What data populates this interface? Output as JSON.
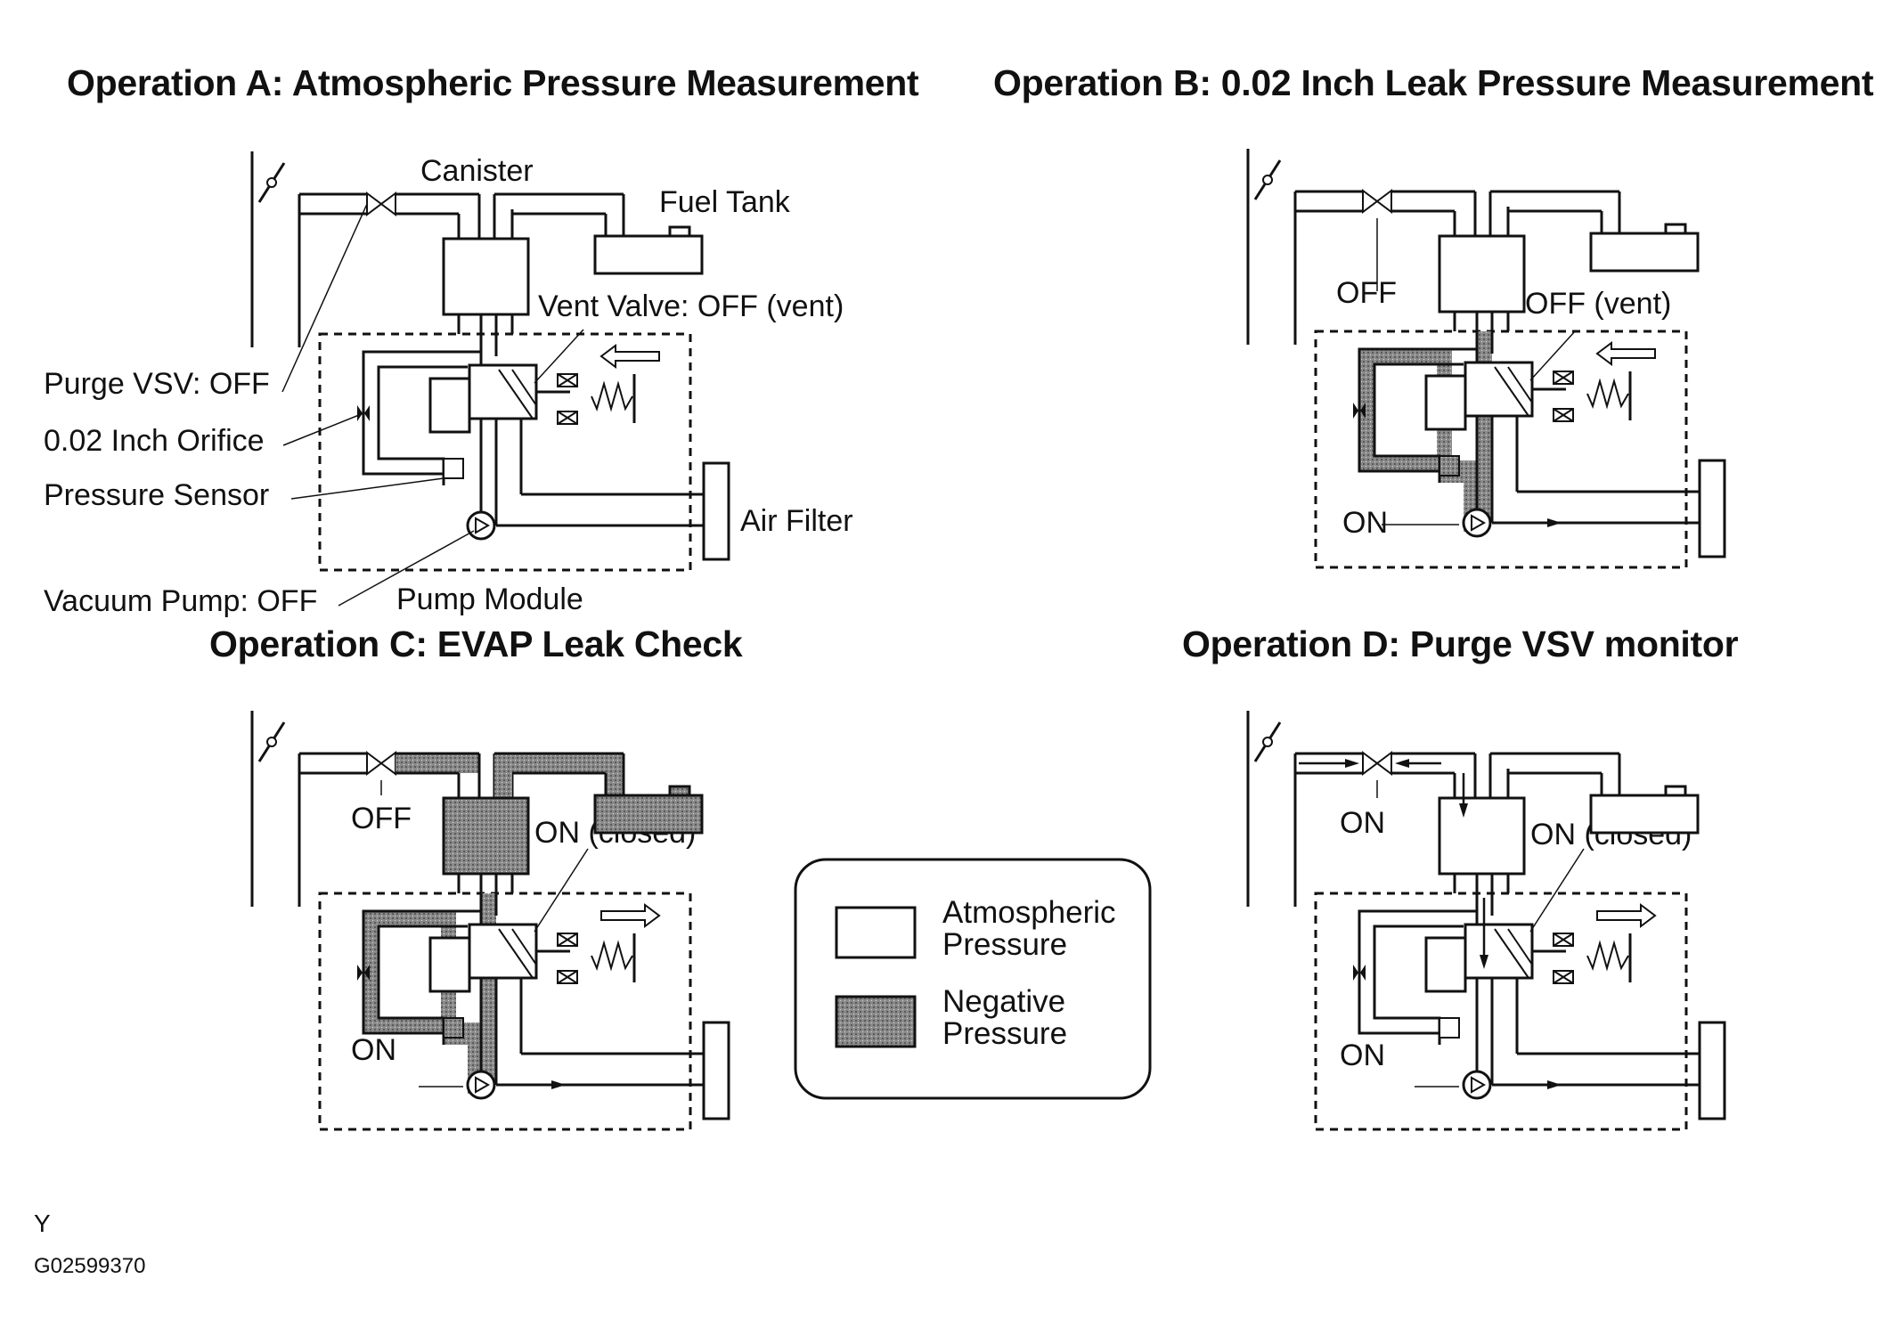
{
  "titles": {
    "a": "Operation A: Atmospheric Pressure Measurement",
    "b": "Operation B: 0.02 Inch Leak Pressure Measurement",
    "c": "Operation C: EVAP Leak Check",
    "d": "Operation D: Purge VSV monitor"
  },
  "panel_a": {
    "canister": "Canister",
    "fuel_tank": "Fuel Tank",
    "vent_valve": "Vent Valve: OFF (vent)",
    "purge_vsv": "Purge VSV: OFF",
    "orifice": "0.02 Inch Orifice",
    "pressure_sensor": "Pressure Sensor",
    "air_filter": "Air Filter",
    "vacuum_pump": "Vacuum Pump: OFF",
    "pump_module": "Pump Module"
  },
  "panel_b": {
    "purge": "OFF",
    "vent": "OFF (vent)",
    "pump": "ON"
  },
  "panel_c": {
    "purge": "OFF",
    "vent": "ON (closed)",
    "pump": "ON"
  },
  "panel_d": {
    "purge": "ON",
    "vent": "ON (closed)",
    "pump": "ON"
  },
  "legend": {
    "atmospheric_line1": "Atmospheric",
    "atmospheric_line2": "Pressure",
    "negative_line1": "Negative",
    "negative_line2": "Pressure"
  },
  "footer": {
    "letter": "Y",
    "code": "G02599370"
  },
  "colors": {
    "ink": "#111111",
    "negative_fill": "#8a8a8a",
    "atmospheric_fill": "#ffffff"
  }
}
